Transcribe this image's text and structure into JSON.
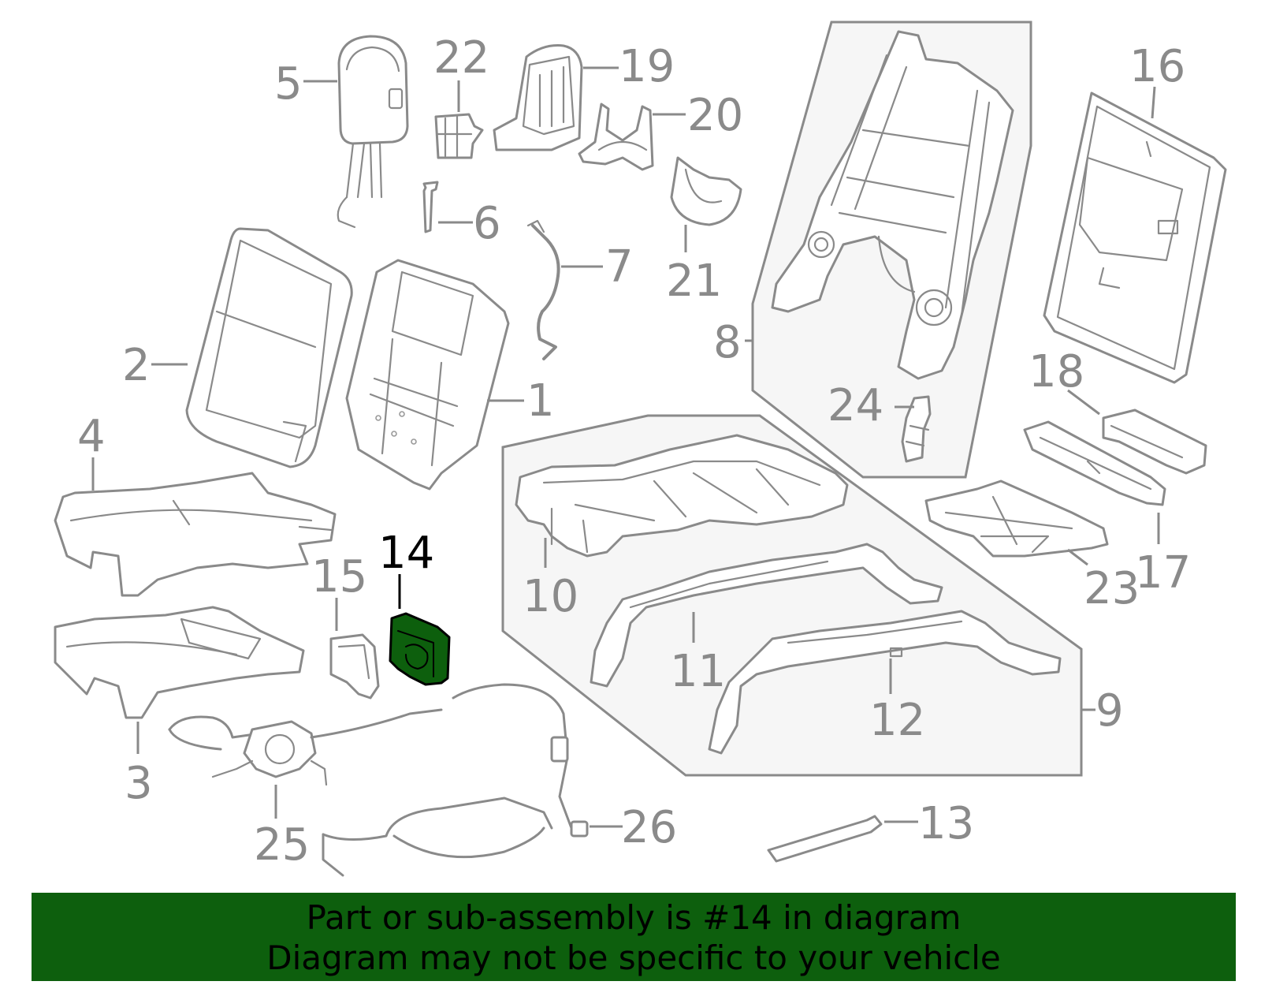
{
  "highlight": {
    "color": "#0d5f0d",
    "part_label": "14"
  },
  "callouts": {
    "c1": "1",
    "c2": "2",
    "c3": "3",
    "c4": "4",
    "c5": "5",
    "c6": "6",
    "c7": "7",
    "c8": "8",
    "c9": "9",
    "c10": "10",
    "c11": "11",
    "c12": "12",
    "c13": "13",
    "c14": "14",
    "c15": "15",
    "c16": "16",
    "c17": "17",
    "c18": "18",
    "c19": "19",
    "c20": "20",
    "c21": "21",
    "c22": "22",
    "c23": "23",
    "c24": "24",
    "c25": "25",
    "c26": "26"
  },
  "banner": {
    "line1": "Part or sub-assembly is #14 in diagram",
    "line2": "Diagram may not be specific to your vehicle"
  }
}
